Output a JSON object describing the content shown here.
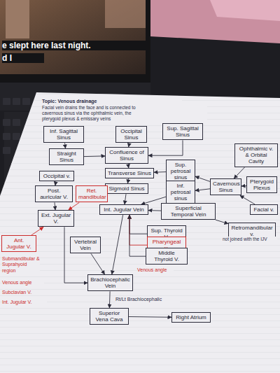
{
  "diagram": {
    "nodes": [
      {
        "text": [
          "Inf. Sagittal Sinus"
        ]
      },
      {
        "text": [
          "Straight Sinus"
        ]
      },
      {
        "text": [
          "Occipital Sinus"
        ]
      },
      {
        "text": [
          "Confluence of Sinus"
        ]
      },
      {
        "text": [
          "Sup. Sagittal Sinus"
        ]
      },
      {
        "text": [
          "Transverse Sinus"
        ]
      },
      {
        "text": [
          "Sigmoid Sinus"
        ]
      },
      {
        "text": [
          "Sup. petrosal sinus"
        ]
      },
      {
        "text": [
          "Inf. petrosal sinus"
        ]
      },
      {
        "text": [
          "Cavernous Sinus"
        ]
      },
      {
        "text": [
          "Ophthalmic v. & Orbital Cavity"
        ]
      },
      {
        "text": [
          "Pterygoid Plexus"
        ]
      },
      {
        "text": [
          "Facial v."
        ]
      },
      {
        "text": [
          "Retromandibular v."
        ]
      },
      {
        "text": [
          "Occipital v."
        ]
      },
      {
        "text": [
          "Post. auricular V."
        ]
      },
      {
        "text": [
          "Ret. mandibular"
        ]
      },
      {
        "text": [
          "Ext. Jugular V."
        ]
      },
      {
        "text": [
          "Superficial Temporal Vein"
        ]
      },
      {
        "text": [
          "Int. Jugular Vein"
        ]
      },
      {
        "text": [
          "Ant. Jugular V."
        ]
      },
      {
        "text": [
          "Vertebral Vein"
        ]
      },
      {
        "text": [
          "Sup. Thyroid V."
        ]
      },
      {
        "text": [
          "Pharyngeal v."
        ]
      },
      {
        "text": [
          "Middle Thyroid V."
        ]
      },
      {
        "text": [
          "Brachiocephalic Vein"
        ]
      },
      {
        "text": [
          "Superior Vena Cava"
        ]
      },
      {
        "text": [
          "Right Atrium"
        ]
      }
    ],
    "edges": [
      {
        "from": 0,
        "to": 1,
        "arrow": "to"
      },
      {
        "from": 1,
        "to": 3,
        "arrow": "to"
      },
      {
        "from": 2,
        "to": 3,
        "arrow": "to"
      },
      {
        "from": 4,
        "to": 3,
        "arrow": "to"
      },
      {
        "from": 3,
        "to": 5,
        "arrow": "to"
      },
      {
        "from": 5,
        "to": 6,
        "arrow": "to"
      },
      {
        "from": 6,
        "to": 19,
        "arrow": "to"
      },
      {
        "from": 7,
        "to": 5,
        "arrow": "to"
      },
      {
        "from": 8,
        "to": 19,
        "arrow": "to"
      },
      {
        "from": 9,
        "to": 7,
        "arrow": "to"
      },
      {
        "from": 9,
        "to": 8,
        "arrow": "to"
      },
      {
        "from": 10,
        "to": 9,
        "arrow": "to"
      },
      {
        "from": 11,
        "to": 9,
        "arrow": "to"
      },
      {
        "from": 12,
        "to": 9,
        "arrow": "to"
      },
      {
        "from": 14,
        "to": 15,
        "arrow": "to"
      },
      {
        "from": 15,
        "to": 17,
        "arrow": "to"
      },
      {
        "from": 16,
        "to": 17,
        "arrow": "to"
      },
      {
        "from": 18,
        "to": 19,
        "arrow": "to"
      },
      {
        "from": 18,
        "to": 13,
        "arrow": "to"
      },
      {
        "from": 17,
        "to": 25,
        "arrow": "to"
      },
      {
        "from": 20,
        "to": 17,
        "arrow": "to"
      },
      {
        "from": 21,
        "to": 25,
        "arrow": "to"
      },
      {
        "from": 19,
        "to": 25,
        "arrow": "to"
      },
      {
        "from": 22,
        "to": 19,
        "arrow": "to"
      },
      {
        "from": 23,
        "to": 19,
        "arrow": "to"
      },
      {
        "from": 24,
        "to": 19,
        "arrow": "to"
      },
      {
        "from": 25,
        "to": 26,
        "arrow": "to"
      },
      {
        "from": 26,
        "to": 27,
        "arrow": "to"
      }
    ],
    "labels": [
      "e slept here last night.",
      "d I",
      "Topic: Venous drainage",
      "Facial vein drains the face and is connected to",
      "cavernous sinus via the ophthalmic vein, the",
      "pterygoid plexus & emissary veins",
      "Submandibular & Suprahyoid region",
      "Venous angle",
      "Subclavian V.",
      "Int. Jugular V.",
      "Venous angle",
      "Rt/Lt Brachiocephalic",
      "not joined with the IJV"
    ]
  }
}
